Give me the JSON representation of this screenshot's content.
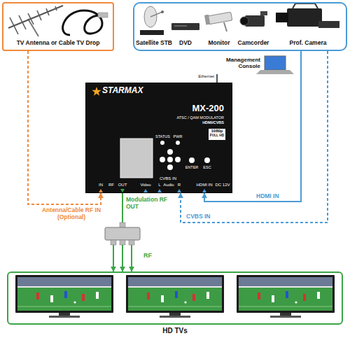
{
  "diagram": {
    "nodes": [
      {
        "text": [
          "TV Antenna or Cable TV Drop"
        ]
      },
      {
        "text": [
          "Satellite STB",
          "DVD",
          "Monitor",
          "Camcorder",
          "Prof. Camera"
        ]
      },
      {
        "text": [
          "Management Console"
        ]
      },
      {
        "text": [
          "STARMAX",
          "MX-200",
          "ATSC / QAM MODULATOR",
          "HDMI/CVBS",
          "1080p",
          "FULL HD",
          "STATUS",
          "PWR",
          "ENTER",
          "ESC",
          "IN",
          "RF",
          "OUT",
          "CVBS IN",
          "Video",
          "L",
          "Audio",
          "R",
          "HDMI IN",
          "DC 12V",
          "Ethernet"
        ]
      },
      {
        "text": [
          "HD TVs"
        ]
      }
    ],
    "edges": [
      {
        "from": 0,
        "to": 3,
        "label": "Antenna/Cable RF IN (Optional)",
        "arrow": "to"
      },
      {
        "from": 1,
        "to": 3,
        "label": "HDMI IN",
        "arrow": "to"
      },
      {
        "from": 1,
        "to": 3,
        "label": "CVBS IN",
        "arrow": "to"
      },
      {
        "from": 2,
        "to": 3,
        "arrow": "none"
      },
      {
        "from": 3,
        "to": 4,
        "label": "Modulation RF OUT",
        "arrow": "to"
      }
    ],
    "labels": [
      "RF"
    ]
  }
}
